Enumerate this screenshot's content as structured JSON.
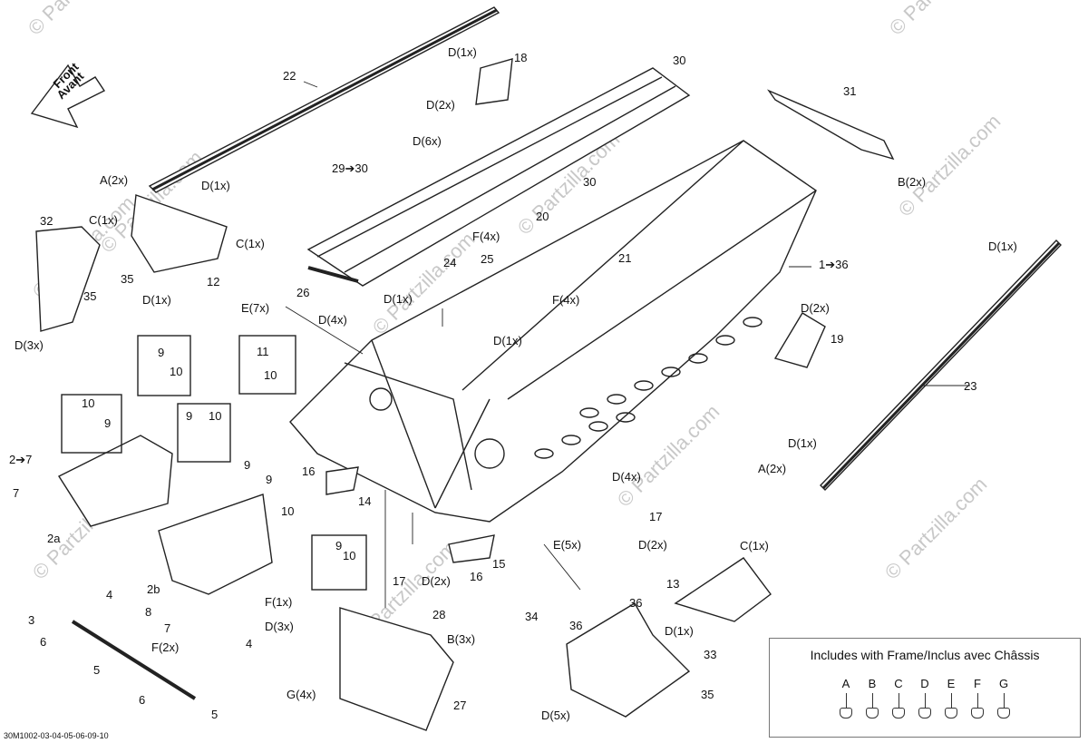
{
  "diagram": {
    "reference_code": "30M1002-03-04-05-06-09-10",
    "watermark": "© Partzilla.com",
    "front_arrow": {
      "line1": "Front",
      "line2": "Avant"
    },
    "callouts": [
      "22",
      "D(1x)",
      "18",
      "30",
      "D(2x)",
      "D(6x)",
      "29➔30",
      "30",
      "A(2x)",
      "D(1x)",
      "31",
      "B(2x)",
      "32",
      "C(1x)",
      "C(1x)",
      "35",
      "D(1x)",
      "12",
      "35",
      "D(3x)",
      "20",
      "F(4x)",
      "24",
      "25",
      "26",
      "1➔36",
      "D(1x)",
      "D(1x)",
      "E(7x)",
      "D(4x)",
      "F(4x)",
      "21",
      "D(1x)",
      "D(2x)",
      "19",
      "23",
      "D(1x)",
      "A(2x)",
      "9",
      "10",
      "11",
      "10",
      "10",
      "9",
      "9",
      "10",
      "2➔7",
      "7",
      "2a",
      "9",
      "9",
      "10",
      "16",
      "14",
      "D(4x)",
      "9",
      "10",
      "17",
      "D(2x)",
      "17",
      "D(2x)",
      "16",
      "15",
      "E(5x)",
      "2b",
      "F(1x)",
      "D(3x)",
      "4",
      "7",
      "8",
      "3",
      "6",
      "F(2x)",
      "4",
      "5",
      "6",
      "5",
      "28",
      "B(3x)",
      "G(4x)",
      "27",
      "34",
      "36",
      "36",
      "D(5x)",
      "33",
      "35",
      "C(1x)",
      "13",
      "D(1x)"
    ]
  },
  "legend": {
    "title": "Includes with Frame/Inclus avec Châssis",
    "items": [
      "A",
      "B",
      "C",
      "D",
      "E",
      "F",
      "G"
    ]
  }
}
